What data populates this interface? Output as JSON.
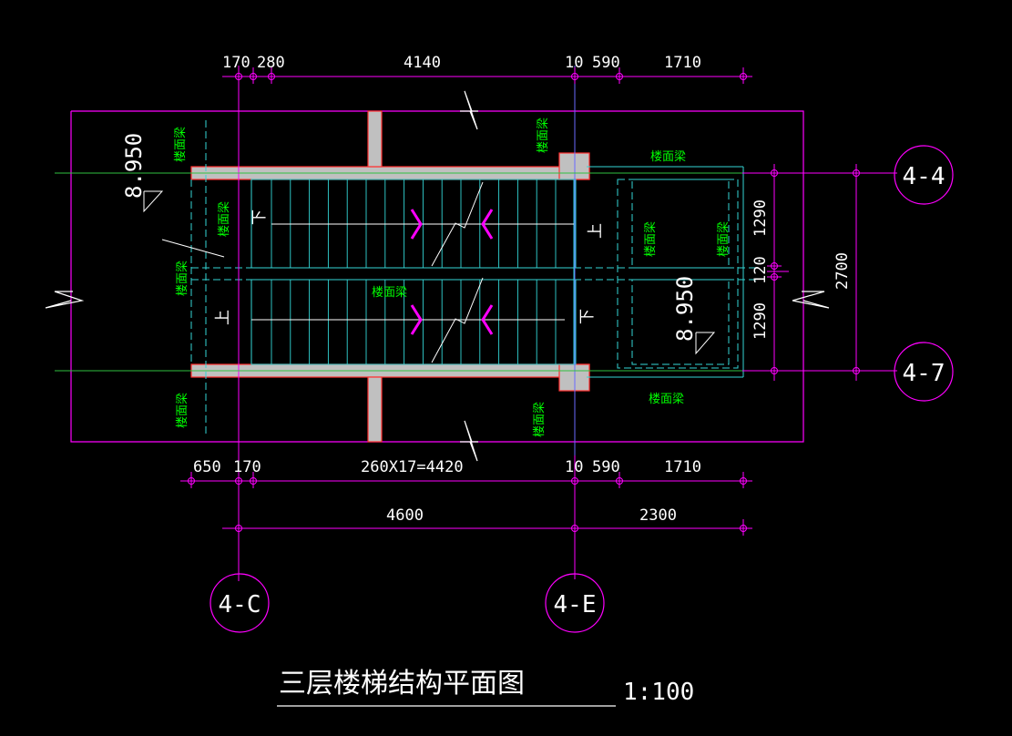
{
  "title": "三层楼梯结构平面图",
  "scale": "1:100",
  "elevations": {
    "left": "8.950",
    "right": "8.950"
  },
  "grid_bubbles": {
    "right_top": "4-4",
    "right_bottom": "4-7",
    "bottom_left": "4-C",
    "bottom_right": "4-E"
  },
  "dims_top": {
    "a": "170",
    "b": "280",
    "c": "4140",
    "d": "10",
    "e": "590",
    "f": "1710"
  },
  "dims_bottom1": {
    "a": "650",
    "b": "170",
    "c": "260X17=4420",
    "d": "10",
    "e": "590",
    "f": "1710"
  },
  "dims_bottom2": {
    "a": "4600",
    "b": "2300"
  },
  "dims_right": {
    "a": "1290",
    "b": "120",
    "c": "1290",
    "total": "2700"
  },
  "stair_labels": {
    "down_top": "下",
    "up_top": "上",
    "up_bottom": "上",
    "down_bottom": "下"
  },
  "beam_label": "楼面梁",
  "colors": {
    "magenta": "#ff00ff",
    "cyan": "#33d6d6",
    "green": "#00ff00",
    "white": "#ffffff",
    "wall": "#c0c0c0",
    "wall_edge": "#ff3030",
    "blue": "#6a6aff"
  }
}
